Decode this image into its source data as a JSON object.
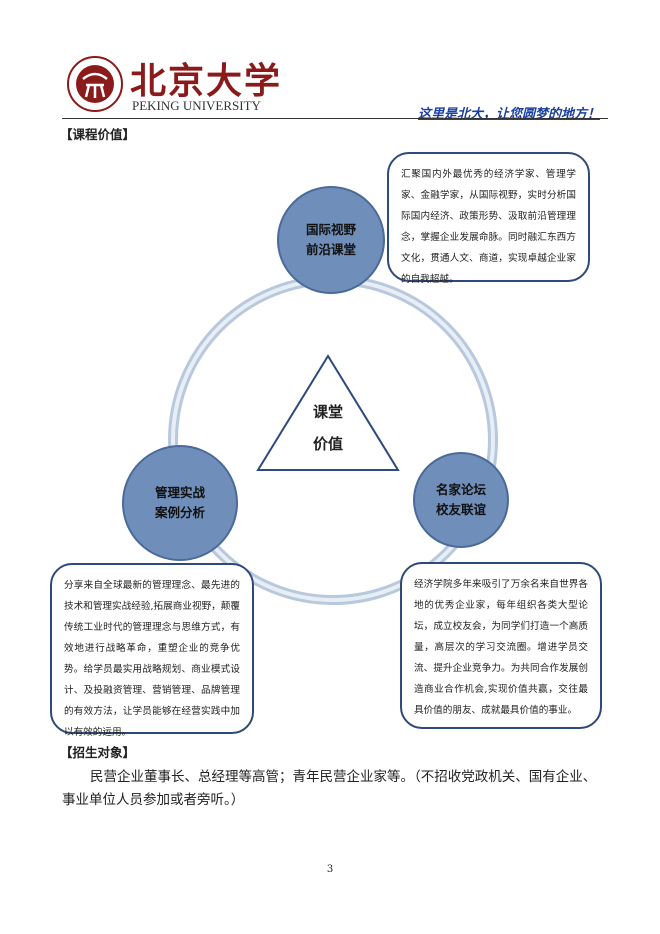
{
  "header": {
    "logo_cn": "北京大学",
    "logo_en": "PEKING UNIVERSITY",
    "slogan": "这里是北大，让您圆梦的地方！"
  },
  "sections": {
    "course_value": "【课程价值】",
    "enrollment": "【招生对象】"
  },
  "diagram": {
    "center": [
      "课堂",
      "价值"
    ],
    "nodes": [
      {
        "lines": [
          "国际视野",
          "前沿课堂"
        ],
        "text": "汇聚国内外最优秀的经济学家、管理学家、金融学家，从国际视野，实时分析国际国内经济、政策形势、汲取前沿管理理念，掌握企业发展命脉。同时融汇东西方文化，贯通人文、商道，实现卓越企业家的自我超越。"
      },
      {
        "lines": [
          "管理实战",
          "案例分析"
        ],
        "text": "分享来自全球最新的管理理念、最先进的技术和管理实战经验,拓展商业视野，颠覆传统工业时代的管理理念与思维方式，有效地进行战略革命，重塑企业的竞争优势。给学员最实用战略规划、商业模式设计、及投融资管理、营销管理、品牌管理的有效方法，让学员能够在经营实践中加以有效的运用。"
      },
      {
        "lines": [
          "名家论坛",
          "校友联谊"
        ],
        "text": "经济学院多年来吸引了万余名来自世界各地的优秀企业家，每年组织各类大型论坛，成立校友会，为同学们打造一个高质量，高层次的学习交流圈。增进学员交流、提升企业竞争力。为共同合作发展创造商业合作机会,实现价值共赢，交往最具价值的朋友、成就最具价值的事业。"
      }
    ]
  },
  "enrollment_text": "民营企业董事长、总经理等高管；青年民营企业家等。（不招收党政机关、国有企业、事业单位人员参加或者旁听。）",
  "page_number": "3"
}
